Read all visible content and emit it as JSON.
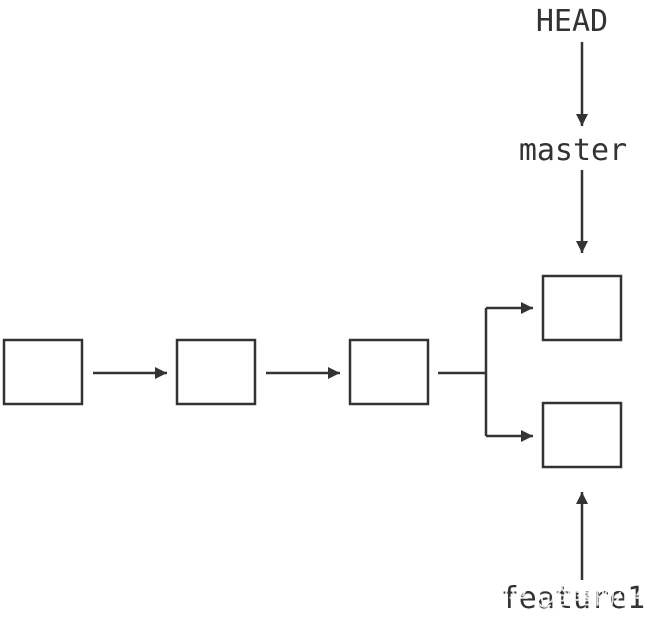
{
  "diagram": {
    "type": "git-branch-diagram",
    "colors": {
      "stroke": "#333333",
      "background": "#ffffff"
    },
    "labels": {
      "head": "HEAD",
      "master": "master",
      "feature": "feature1"
    },
    "watermark": "知乎 @创客的小牛",
    "commits": [
      {
        "id": "c1"
      },
      {
        "id": "c2"
      },
      {
        "id": "c3"
      },
      {
        "id": "c4-master"
      },
      {
        "id": "c5-feature1"
      }
    ],
    "edges": [
      {
        "from": "c1",
        "to": "c2"
      },
      {
        "from": "c2",
        "to": "c3"
      },
      {
        "from": "c3",
        "to": "c4-master"
      },
      {
        "from": "c3",
        "to": "c5-feature1"
      },
      {
        "from": "HEAD",
        "to": "master"
      },
      {
        "from": "master",
        "to": "c4-master"
      },
      {
        "from": "feature1",
        "to": "c5-feature1"
      }
    ]
  }
}
